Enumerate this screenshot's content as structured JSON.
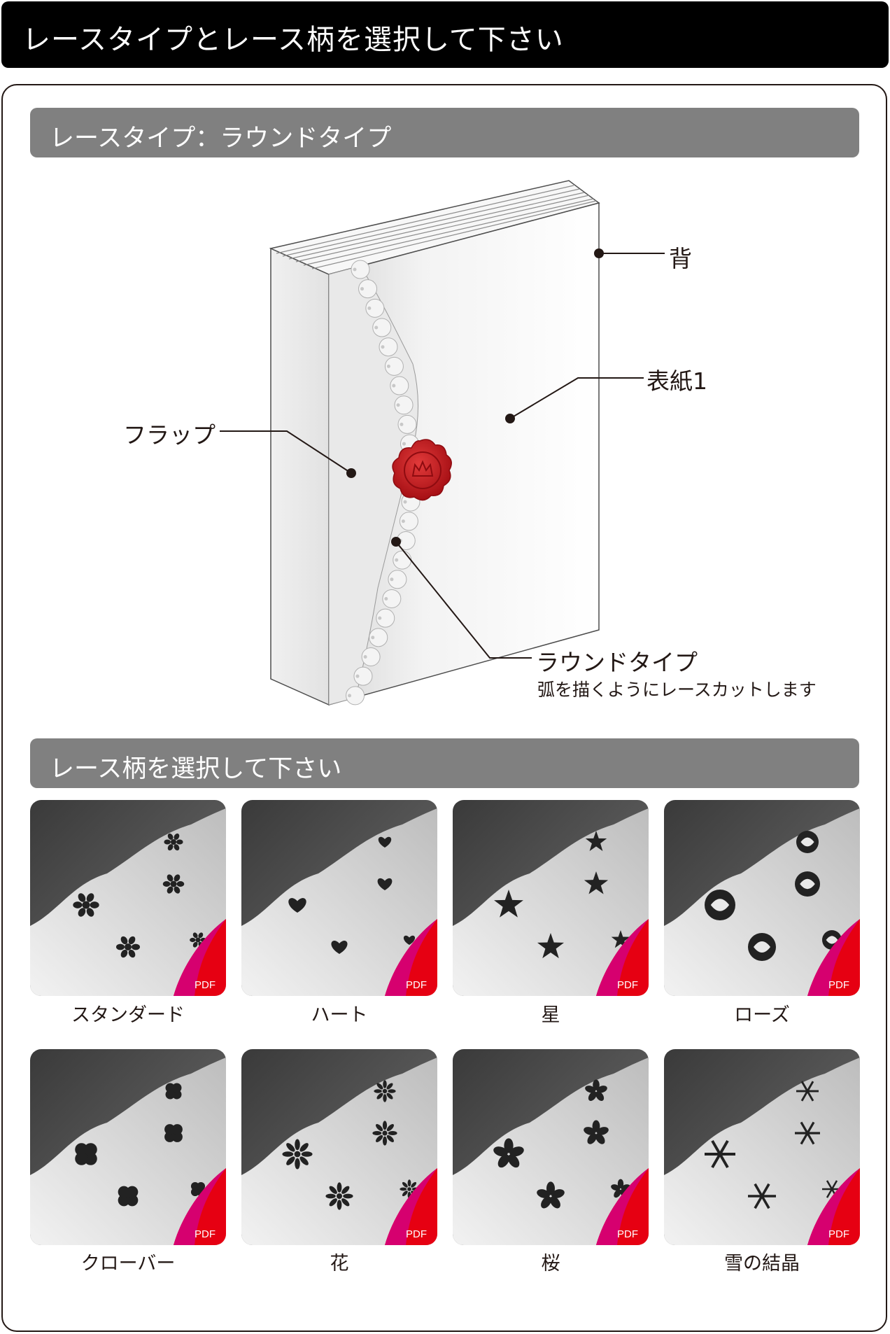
{
  "header": {
    "title": "レースタイプとレース柄を選択して下さい"
  },
  "section_type": {
    "title": "レースタイプ：ラウンドタイプ"
  },
  "diagram": {
    "callouts": {
      "spine": "背",
      "cover": "表紙1",
      "flap": "フラップ",
      "round_type": "ラウンドタイプ",
      "round_type_desc": "弧を描くようにレースカットします"
    }
  },
  "section_pattern": {
    "title": "レース柄を選択して下さい"
  },
  "patterns": [
    {
      "label": "スタンダード",
      "motif": "flower-dots-icon",
      "badge": "PDF"
    },
    {
      "label": "ハート",
      "motif": "heart-icon",
      "badge": "PDF"
    },
    {
      "label": "星",
      "motif": "star-icon",
      "badge": "PDF"
    },
    {
      "label": "ローズ",
      "motif": "rose-icon",
      "badge": "PDF"
    },
    {
      "label": "クローバー",
      "motif": "clover-icon",
      "badge": "PDF"
    },
    {
      "label": "花",
      "motif": "daisy-icon",
      "badge": "PDF"
    },
    {
      "label": "桜",
      "motif": "sakura-icon",
      "badge": "PDF"
    },
    {
      "label": "雪の結晶",
      "motif": "snowflake-icon",
      "badge": "PDF"
    }
  ],
  "colors": {
    "header_bg": "#000000",
    "section_bg": "#808080",
    "seal_red": "#c4161c",
    "pdf_red": "#e60012",
    "pdf_magenta": "#d6006f"
  }
}
